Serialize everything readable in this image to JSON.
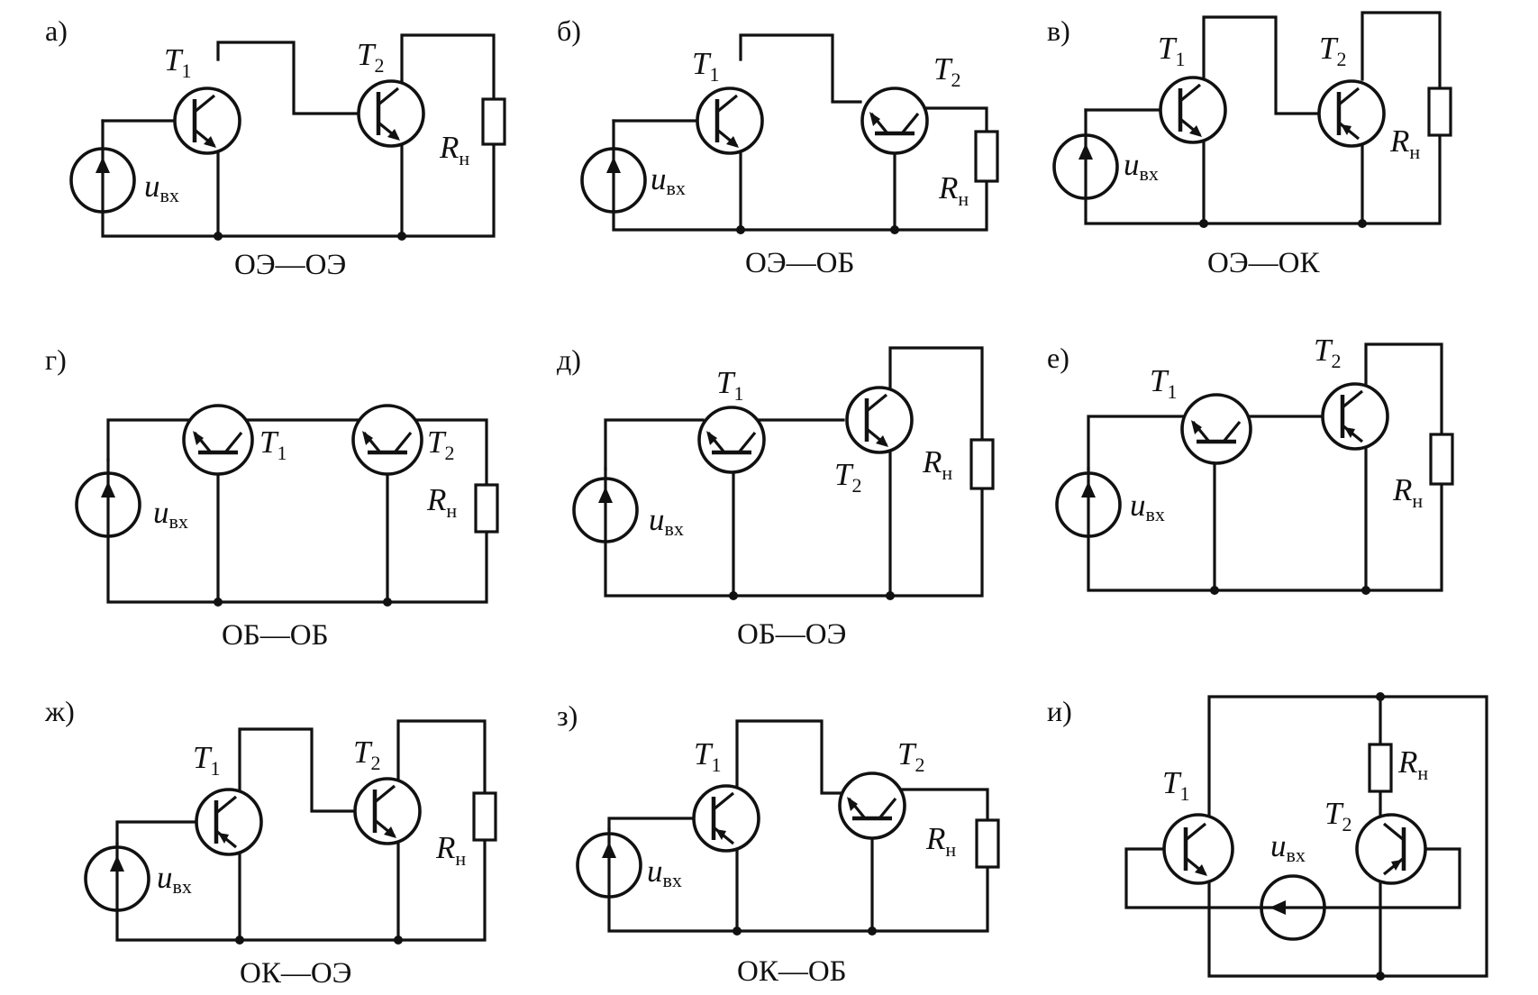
{
  "panels": [
    {
      "letter": "а)",
      "caption": "ОЭ—ОЭ"
    },
    {
      "letter": "б)",
      "caption": "ОЭ—ОБ"
    },
    {
      "letter": "в)",
      "caption": "ОЭ—ОК"
    },
    {
      "letter": "г)",
      "caption": "ОБ—ОБ"
    },
    {
      "letter": "д)",
      "caption": "ОБ—ОЭ"
    },
    {
      "letter": "е)",
      "caption": ""
    },
    {
      "letter": "ж)",
      "caption": "ОК—ОЭ"
    },
    {
      "letter": "з)",
      "caption": "ОК—ОБ"
    },
    {
      "letter": "и)",
      "caption": ""
    }
  ],
  "labels": {
    "t_letter": "T",
    "t1_sub": "1",
    "t2_sub": "2",
    "u_letter": "u",
    "u_sub": "вх",
    "r_letter": "R",
    "r_sub": "н"
  }
}
